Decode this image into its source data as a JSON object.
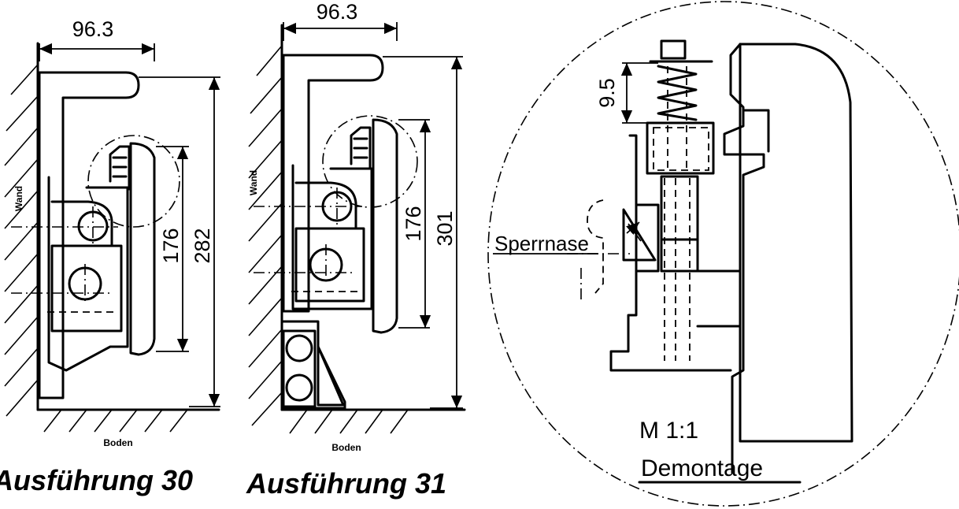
{
  "views": [
    {
      "caption": "Ausführung 30",
      "dimensions": {
        "width": "96.3",
        "inner_height": "176",
        "total_height": "282"
      },
      "labels": {
        "wall": "Wand",
        "floor": "Boden"
      }
    },
    {
      "caption": "Ausführung 31",
      "dimensions": {
        "width": "96.3",
        "inner_height": "176",
        "total_height": "301"
      },
      "labels": {
        "wall": "Wand",
        "floor": "Boden"
      }
    }
  ],
  "detail": {
    "dimension": "9.5",
    "callout": "Sperrnase",
    "scale": "M 1:1",
    "title": "Demontage"
  }
}
